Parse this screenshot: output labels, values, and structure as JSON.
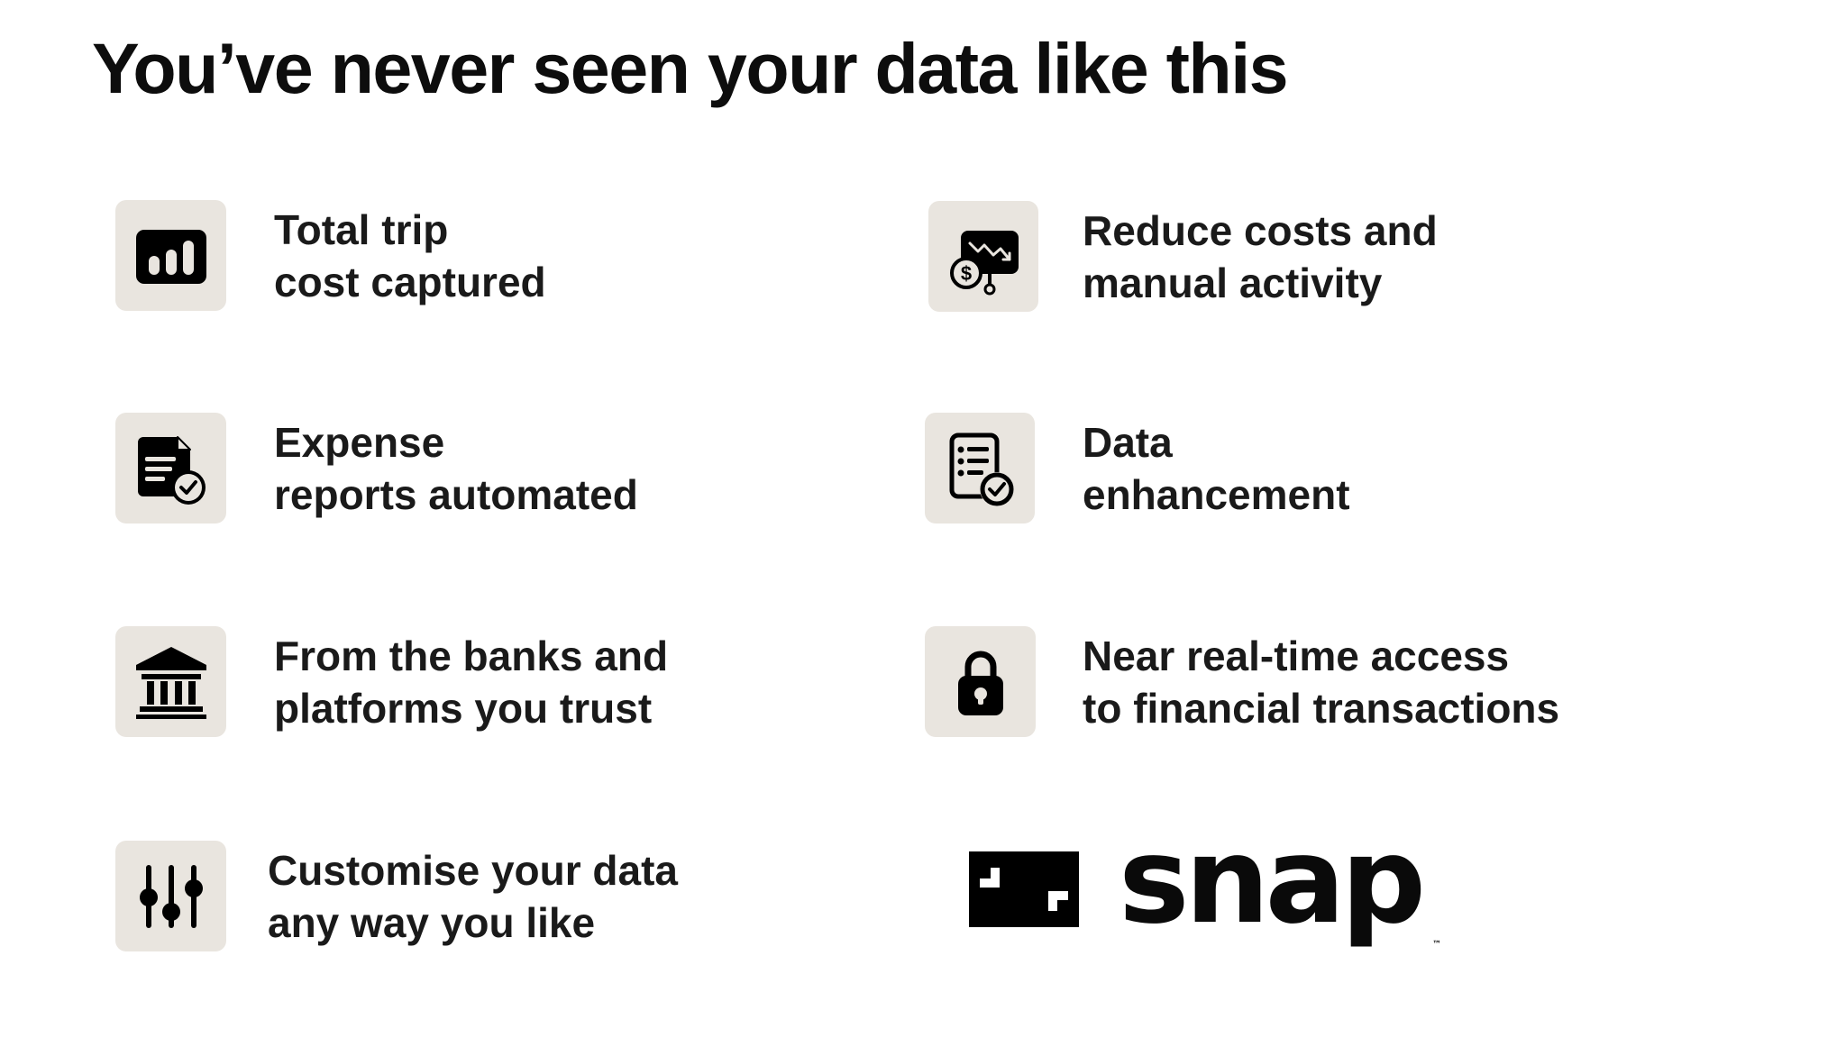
{
  "headline": "You’ve never seen your data like this",
  "features": [
    {
      "icon": "bar-chart-icon",
      "line1": "Total trip",
      "line2": "cost captured"
    },
    {
      "icon": "cost-reduction-icon",
      "line1": "Reduce costs and",
      "line2": "manual activity"
    },
    {
      "icon": "report-check-icon",
      "line1": "Expense",
      "line2": "reports automated"
    },
    {
      "icon": "checklist-icon",
      "line1": "Data",
      "line2": "enhancement"
    },
    {
      "icon": "bank-icon",
      "line1": "From the banks and",
      "line2": "platforms you trust"
    },
    {
      "icon": "lock-icon",
      "line1": "Near real-time access",
      "line2": "to financial transactions"
    },
    {
      "icon": "sliders-icon",
      "line1": "Customise your data",
      "line2": "any way you like"
    }
  ],
  "logo": {
    "word": "snap",
    "tm": "™"
  },
  "colors": {
    "tile": "#e9e5df",
    "ink": "#141414",
    "background": "#ffffff"
  }
}
